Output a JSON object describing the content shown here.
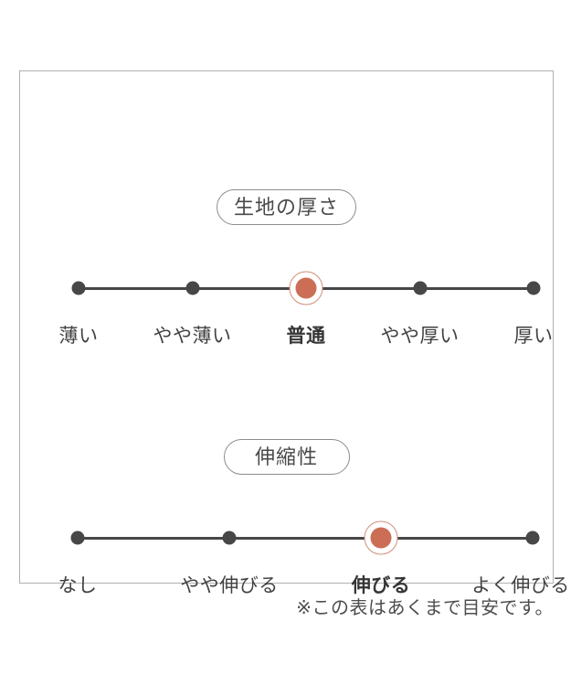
{
  "chart_data": [
    {
      "type": "scatter",
      "title": "生地の厚さ",
      "categories": [
        "薄い",
        "やや薄い",
        "普通",
        "やや厚い",
        "厚い"
      ],
      "selected_value": "普通",
      "selected_index": 2,
      "legend_position": "none",
      "notes": "5-point rating scale drawn as dots on a horizontal line; orange ringed marker on the selected (center) point"
    },
    {
      "type": "scatter",
      "title": "伸縮性",
      "categories": [
        "なし",
        "やや伸びる",
        "伸びる",
        "よく伸びる"
      ],
      "selected_value": "伸びる",
      "selected_index": 2,
      "legend_position": "none",
      "notes": "4-point rating scale drawn as dots on a horizontal line; orange ringed marker on the third point"
    }
  ],
  "footnote": "※この表はあくまで目安です。",
  "colors": {
    "line": "#474747",
    "accent": "#cb6e55",
    "ring": "#d18d7a",
    "text": "#414141",
    "panel_border": "#b0b0b0"
  }
}
